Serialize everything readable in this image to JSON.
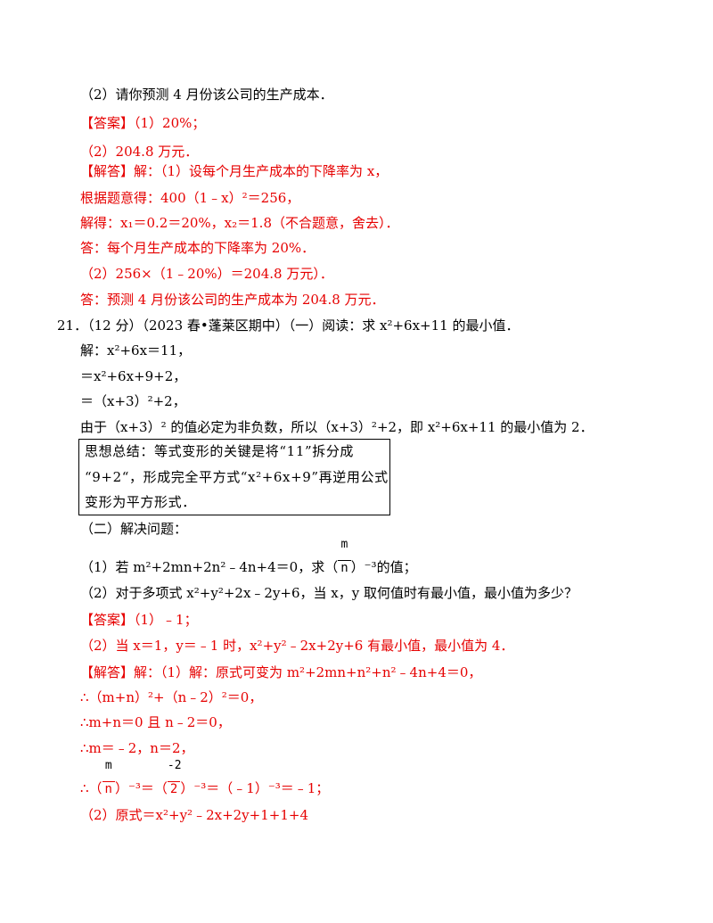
{
  "q20": {
    "part2": "（2）请你预测 4 月份该公司的生产成本．",
    "answer_tag": "【答案】",
    "answer1": "（1）20%；",
    "answer2": "（2）204.8 万元．",
    "solution_tag": "【解答】",
    "solution_intro": "解：（1）设每个月生产成本的下降率为 x，",
    "s1": "根据题意得：400（1﹣x）²＝256，",
    "s2": "解得：x₁＝0.2＝20%，x₂＝1.8（不合题意，舍去）．",
    "s3": "答：每个月生产成本的下降率为 20%．",
    "s4": "（2）256×（1﹣20%）＝204.8 万元）．",
    "s5": "答：预测 4 月份该公司的生产成本为 204.8 万元．"
  },
  "q21": {
    "header": "21．（12 分）（2023 春•蓬莱区期中）（一）阅读：求 x²+6x+11 的最小值．",
    "l1": "解：x²+6x＝11，",
    "l2": "＝x²+6x+9+2，",
    "l3": "＝（x+3）²+2，",
    "l4": "由于（x+3）² 的值必定为非负数，所以（x+3）²+2，即 x²+6x+11 的最小值为 2．",
    "box1": "思想总结：等式变形的关键是将“11”拆分成",
    "box2": "“9+2“，形成完全平方式“x²+6x+9”再逆用公式",
    "box3": "变形为平方形式．",
    "part2_title": "（二）解决问题：",
    "p1_pre": "（1）若 m²+2mn+2n²﹣4n+4＝0，求（",
    "p1_num": "m",
    "p1_den": "n",
    "p1_post": "）⁻³的值；",
    "p2": "（2）对于多项式 x²+y²+2x﹣2y+6，当 x，y 取何值时有最小值，最小值为多少？",
    "answer_tag": "【答案】",
    "answer1": "（1）﹣1；",
    "answer2": "（2）当 x＝1，y＝﹣1 时，x²+y²﹣2x+2y+6 有最小值，最小值为 4．",
    "solution_tag": "【解答】",
    "sol1": "解：（1）解：原式可变为 m²+2mn+n²+n²﹣4n+4＝0，",
    "sol2": "∴（m+n）²+（n﹣2）²＝0，",
    "sol3": "∴m+n＝0 且 n﹣2＝0，",
    "sol4": "∴m＝﹣2，n＝2，",
    "sol5_pre": "∴（",
    "sol5_num1": "m",
    "sol5_den1": "n",
    "sol5_mid": "）⁻³＝（",
    "sol5_num2": "-2",
    "sol5_den2": "2",
    "sol5_post": "）⁻³＝（﹣1）⁻³＝﹣1；",
    "sol6": "（2）原式＝x²+y²﹣2x+2y+1+1+4"
  }
}
